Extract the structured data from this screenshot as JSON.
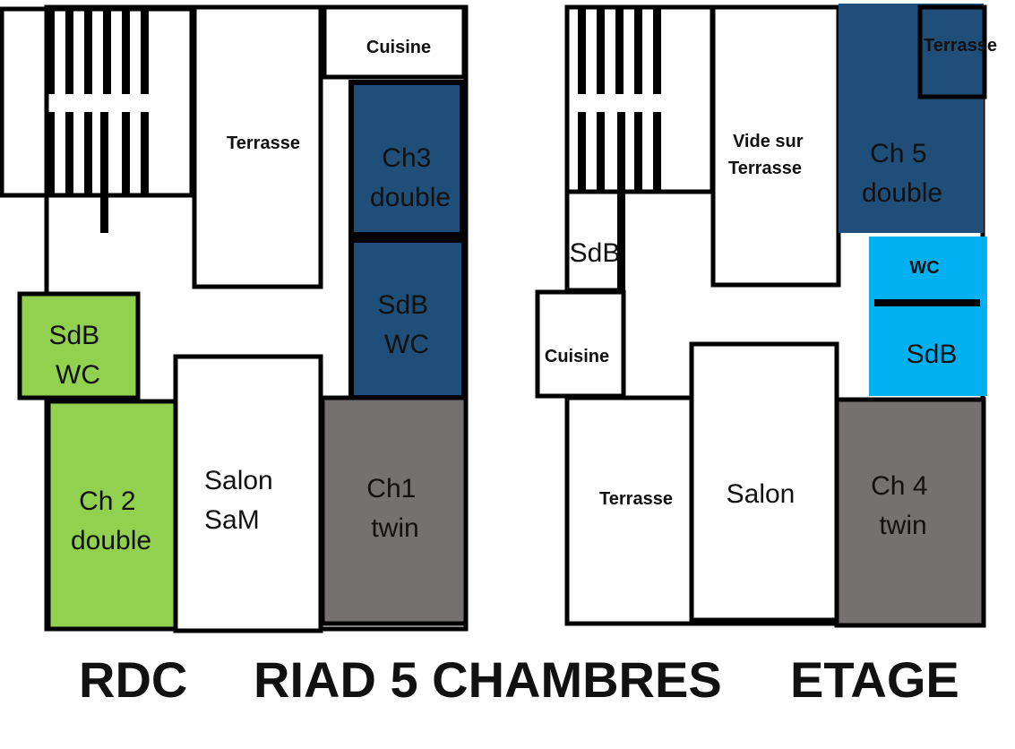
{
  "colors": {
    "green": "#92d050",
    "navy": "#1f4e79",
    "grey": "#767171",
    "cyan": "#00b0f0",
    "white": "#ffffff",
    "wall": "#000000"
  },
  "rdc": {
    "caption": "RDC",
    "cuisine": "Cuisine",
    "terrasse": "Terrasse",
    "ch3": [
      "Ch3",
      "double"
    ],
    "sdb_wc_right": [
      "SdB",
      "WC"
    ],
    "sdb_wc_left": [
      "SdB",
      "WC"
    ],
    "ch2": [
      "Ch 2",
      "double"
    ],
    "salon": [
      "Salon",
      "SaM"
    ],
    "ch1": [
      "Ch1",
      "twin"
    ]
  },
  "center_caption": "RIAD 5 CHAMBRES",
  "etage": {
    "caption": "ETAGE",
    "terrasse_top": "Terrasse",
    "vide": [
      "Vide sur",
      "Terrasse"
    ],
    "ch5": [
      "Ch 5",
      "double"
    ],
    "sdb_small": "SdB",
    "wc": "WC",
    "sdb": "SdB",
    "cuisine": "Cuisine",
    "terrasse": "Terrasse",
    "salon": "Salon",
    "ch4": [
      "Ch 4",
      "twin"
    ]
  }
}
